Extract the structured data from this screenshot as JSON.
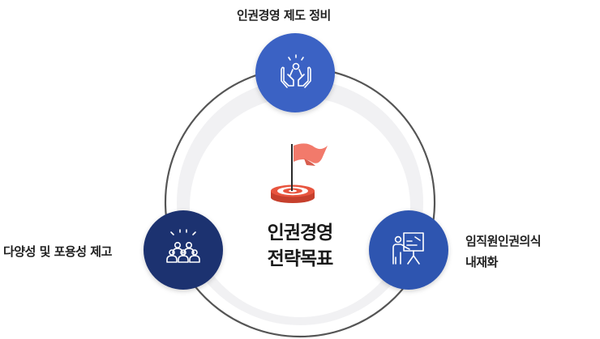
{
  "center": {
    "line1": "인권경영",
    "line2": "전략목표"
  },
  "nodes": {
    "top": {
      "label": "인권경영 제도 정비",
      "icon": "hands-heart-icon",
      "color": "#3a62c4"
    },
    "left": {
      "label": "다양성 및 포용성 제고",
      "icon": "people-group-icon",
      "color": "#1e3370"
    },
    "right": {
      "line1": "임직원인권의식",
      "line2": "내재화",
      "icon": "presentation-icon",
      "color": "#2f54b0"
    }
  },
  "colors": {
    "ring": "#555555",
    "inner_bg": "#f1f1f3",
    "flag": "#f27a6b",
    "target_red": "#e8553f",
    "icon_stroke": "#ffffff"
  }
}
